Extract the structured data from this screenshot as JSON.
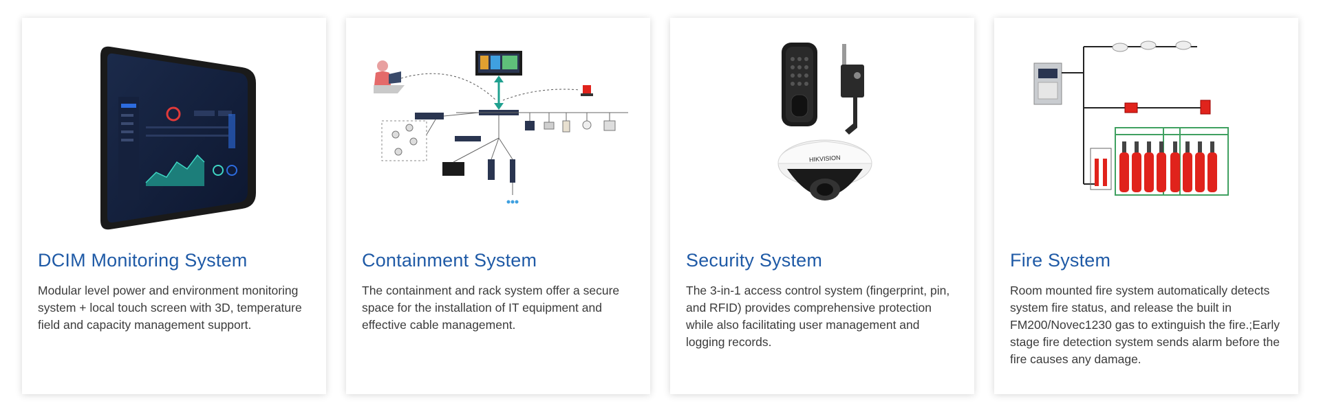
{
  "cards": [
    {
      "title": "DCIM Monitoring System",
      "description": "Modular level power and environment monitoring system + local touch screen with 3D, temperature field and capacity management support."
    },
    {
      "title": "Containment System",
      "description": "The containment and rack system offer a secure space for the installation of IT equipment and effective cable management."
    },
    {
      "title": "Security System",
      "description": "The 3-in-1 access control system (fingerprint, pin, and RFID) provides comprehensive protection while also facilitating user management and logging records.",
      "camera_brand": "HIKVISION"
    },
    {
      "title": "Fire System",
      "description": "Room mounted fire system automatically detects system fire status, and release the built in FM200/Novec1230 gas to extinguish the fire.;Early stage fire detection system sends alarm before the fire causes any damage."
    }
  ],
  "colors": {
    "title": "#1f5aa6",
    "text": "#3b3b3b",
    "card_bg": "#ffffff",
    "cylinder_red": "#e0231c"
  }
}
